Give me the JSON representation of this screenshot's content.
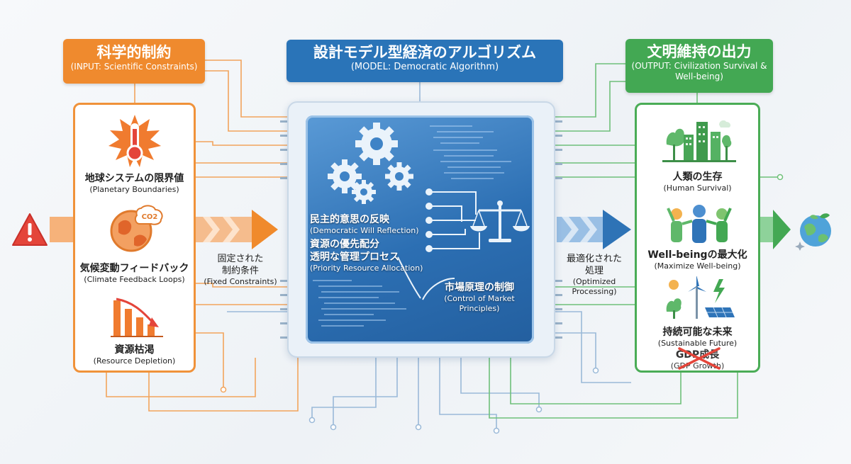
{
  "input": {
    "title": "科学的制約",
    "subtitle": "(INPUT: Scientific Constraints)",
    "items": [
      {
        "jp": "地球システムの限界値",
        "en": "(Planetary Boundaries)",
        "icon": "thermometer-burst-icon"
      },
      {
        "jp": "気候変動フィードバック",
        "en": "(Climate Feedback Loops)",
        "icon": "globe-co2-icon",
        "badge": "CO2"
      },
      {
        "jp": "資源枯渇",
        "en": "(Resource Depletion)",
        "icon": "declining-bar-chart-icon"
      }
    ]
  },
  "model": {
    "title": "設計モデル型経済のアルゴリズム",
    "subtitle": "(MODEL: Democratic Algorithm)",
    "items": [
      {
        "jp": "民主的意思の反映",
        "en": "(Democratic Will Reflection)"
      },
      {
        "jp": "資源の優先配分",
        "en": ""
      },
      {
        "jp": "透明な管理プロセス",
        "en": "(Priority Resource Allocation)"
      },
      {
        "jp": "市場原理の制御",
        "en": "(Control of Market Principles)"
      }
    ]
  },
  "output": {
    "title": "文明維持の出力",
    "subtitle": "(OUTPUT: Civilization Survival & Well-being)",
    "items": [
      {
        "jp": "人類の生存",
        "en": "(Human Survival)",
        "icon": "green-city-icon"
      },
      {
        "jp": "Well-beingの最大化",
        "en": "(Maximize Well-being)",
        "icon": "happy-people-icon"
      },
      {
        "jp": "持続可能な未来",
        "en": "(Sustainable Future)",
        "icon": "renewable-energy-icon"
      },
      {
        "jp": "GDP成長",
        "en": "(GDP Growth)",
        "icon": "crossed-out-mark"
      }
    ]
  },
  "flows": {
    "fixed": {
      "jp1": "固定された",
      "jp2": "制約条件",
      "en": "(Fixed Constraints)"
    },
    "optimized": {
      "jp1": "最適化された",
      "jp2": "処理",
      "en1": "(Optimized",
      "en2": "Processing)"
    }
  },
  "icons": {
    "start": "warning-icon",
    "end": "earth-sprout-icon",
    "chip": [
      "gears-icon",
      "balance-scale-icon"
    ]
  },
  "colors": {
    "input": "#ef8a2e",
    "model": "#2a74b8",
    "output": "#43a853",
    "warning": "#e4453a"
  }
}
